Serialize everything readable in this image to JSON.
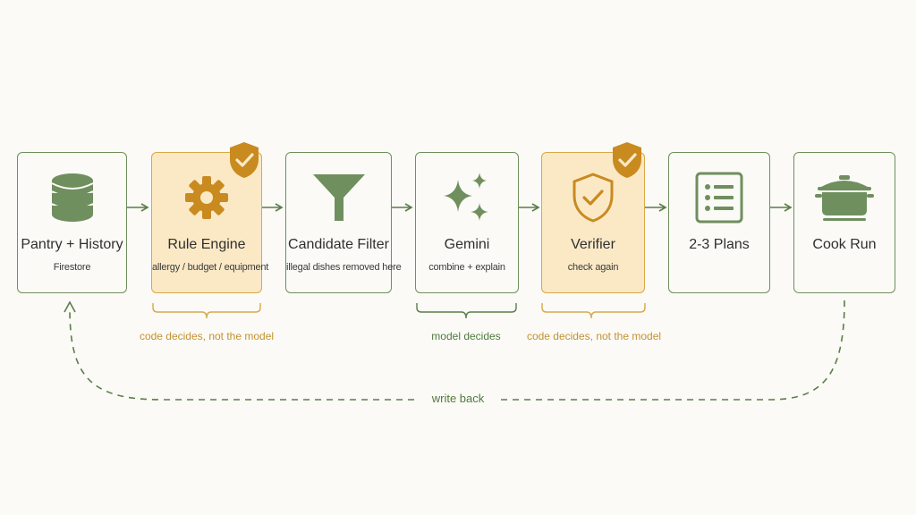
{
  "nodes": [
    {
      "title": "Pantry + History",
      "subtitle": "Firestore",
      "icon": "database-icon",
      "highlight": false
    },
    {
      "title": "Rule Engine",
      "subtitle": "allergy / budget / equipment",
      "icon": "gear-icon",
      "highlight": true
    },
    {
      "title": "Candidate Filter",
      "subtitle": "illegal dishes removed here",
      "icon": "funnel-icon",
      "highlight": false
    },
    {
      "title": "Gemini",
      "subtitle": "combine + explain",
      "icon": "sparkle-icon",
      "highlight": false
    },
    {
      "title": "Verifier",
      "subtitle": "check again",
      "icon": "shield-check-icon",
      "highlight": true
    },
    {
      "title": "2-3 Plans",
      "subtitle": "",
      "icon": "list-icon",
      "highlight": false
    },
    {
      "title": "Cook Run",
      "subtitle": "",
      "icon": "cooking-pot-icon",
      "highlight": false
    }
  ],
  "captions": {
    "rule_engine": "code decides, not the model",
    "gemini": "model decides",
    "verifier": "code decides, not the model"
  },
  "feedback_label": "write back",
  "colors": {
    "green": "#6f8f5e",
    "gold": "#d7a94a",
    "gold_fill": "#fbe9c6",
    "background": "#fbfaf6"
  }
}
